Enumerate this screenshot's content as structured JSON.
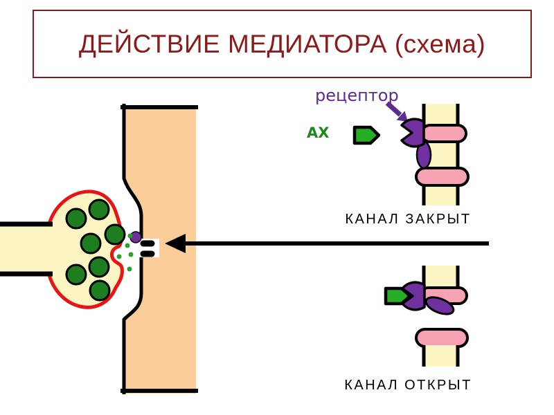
{
  "slide": {
    "title": "ДЕЙСТВИЕ МЕДИАТОРА (схема)",
    "background": "#FFFFFF"
  },
  "labels": {
    "receptor": "рецептор",
    "mediator": "АХ",
    "channel_closed": "КАНАЛ ЗАКРЫТ",
    "channel_open": "КАНАЛ ОТКРЫТ"
  },
  "colors": {
    "title_text": "#8B1A1A",
    "title_border": "#8B1A1A",
    "receptor_label": "#5B2D8E",
    "mediator_label": "#1C8A1C",
    "channel_label": "#000000",
    "postsynaptic_cell_fill": "#FBCD98",
    "axon_and_channel_fill": "#FBF5C4",
    "terminal_outline_red": "#E81313",
    "vesicle_green": "#1E7D1E",
    "transmitter_dot_green": "#2EA02E",
    "gate_pink": "#F5A3B3",
    "receptor_purple": "#7030A0",
    "mediator_molecule_green": "#27AE27",
    "outline_black": "#000000"
  },
  "diagram": {
    "vesicle_count": 7,
    "transmitter_dot_count": 5,
    "membrane_states": [
      "закрыт",
      "открыт"
    ]
  }
}
